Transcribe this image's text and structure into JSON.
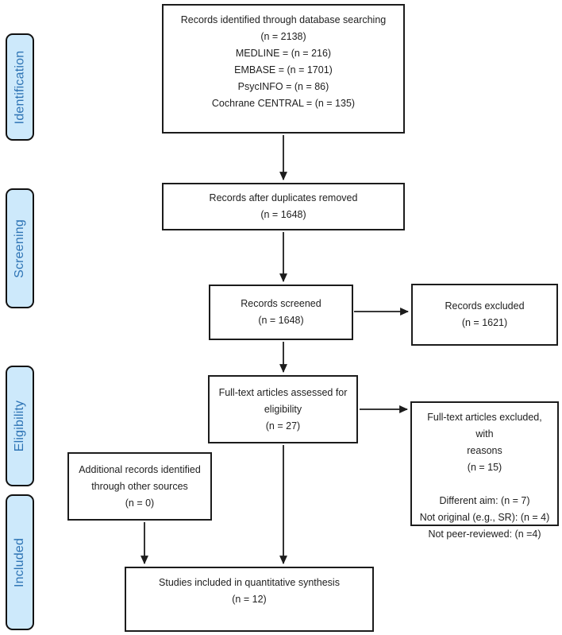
{
  "figure": {
    "type": "prisma-flow-diagram",
    "stages": [
      {
        "id": "identification",
        "label": "Identification"
      },
      {
        "id": "screening",
        "label": "Screening"
      },
      {
        "id": "eligibility",
        "label": "Eligibility"
      },
      {
        "id": "included",
        "label": "Included"
      }
    ],
    "boxes": {
      "records_identified": {
        "text": "Records identified through database searching\n(n = 2138)\nMEDLINE = (n = 216)\nEMBASE = (n = 1701)\nPsycINFO = (n = 86)\nCochrane CENTRAL = (n = 135)"
      },
      "duplicates_removed": {
        "text": "Records after duplicates removed\n(n = 1648)"
      },
      "records_screened": {
        "text": "Records screened\n(n = 1648)"
      },
      "records_excluded": {
        "text": "Records excluded\n(n = 1621)"
      },
      "fulltext_assessed": {
        "text": "Full-text articles assessed for\neligibility\n(n = 27)"
      },
      "fulltext_excluded": {
        "text": "Full-text articles excluded, with\nreasons\n(n = 15)\n\nDifferent aim: (n = 7)\nNot original (e.g., SR): (n = 4)\nNot peer-reviewed: (n =4)"
      },
      "additional_records": {
        "text": "Additional records identified\nthrough other sources\n(n = 0)"
      },
      "studies_included": {
        "text": "Studies included in quantitative synthesis\n(n = 12)"
      }
    },
    "colors": {
      "stage_fill": "#cde9fb",
      "stage_text": "#2e74b5",
      "box_border": "#1c1c1c",
      "arrow": "#1c1c1c",
      "background": "#ffffff"
    }
  }
}
